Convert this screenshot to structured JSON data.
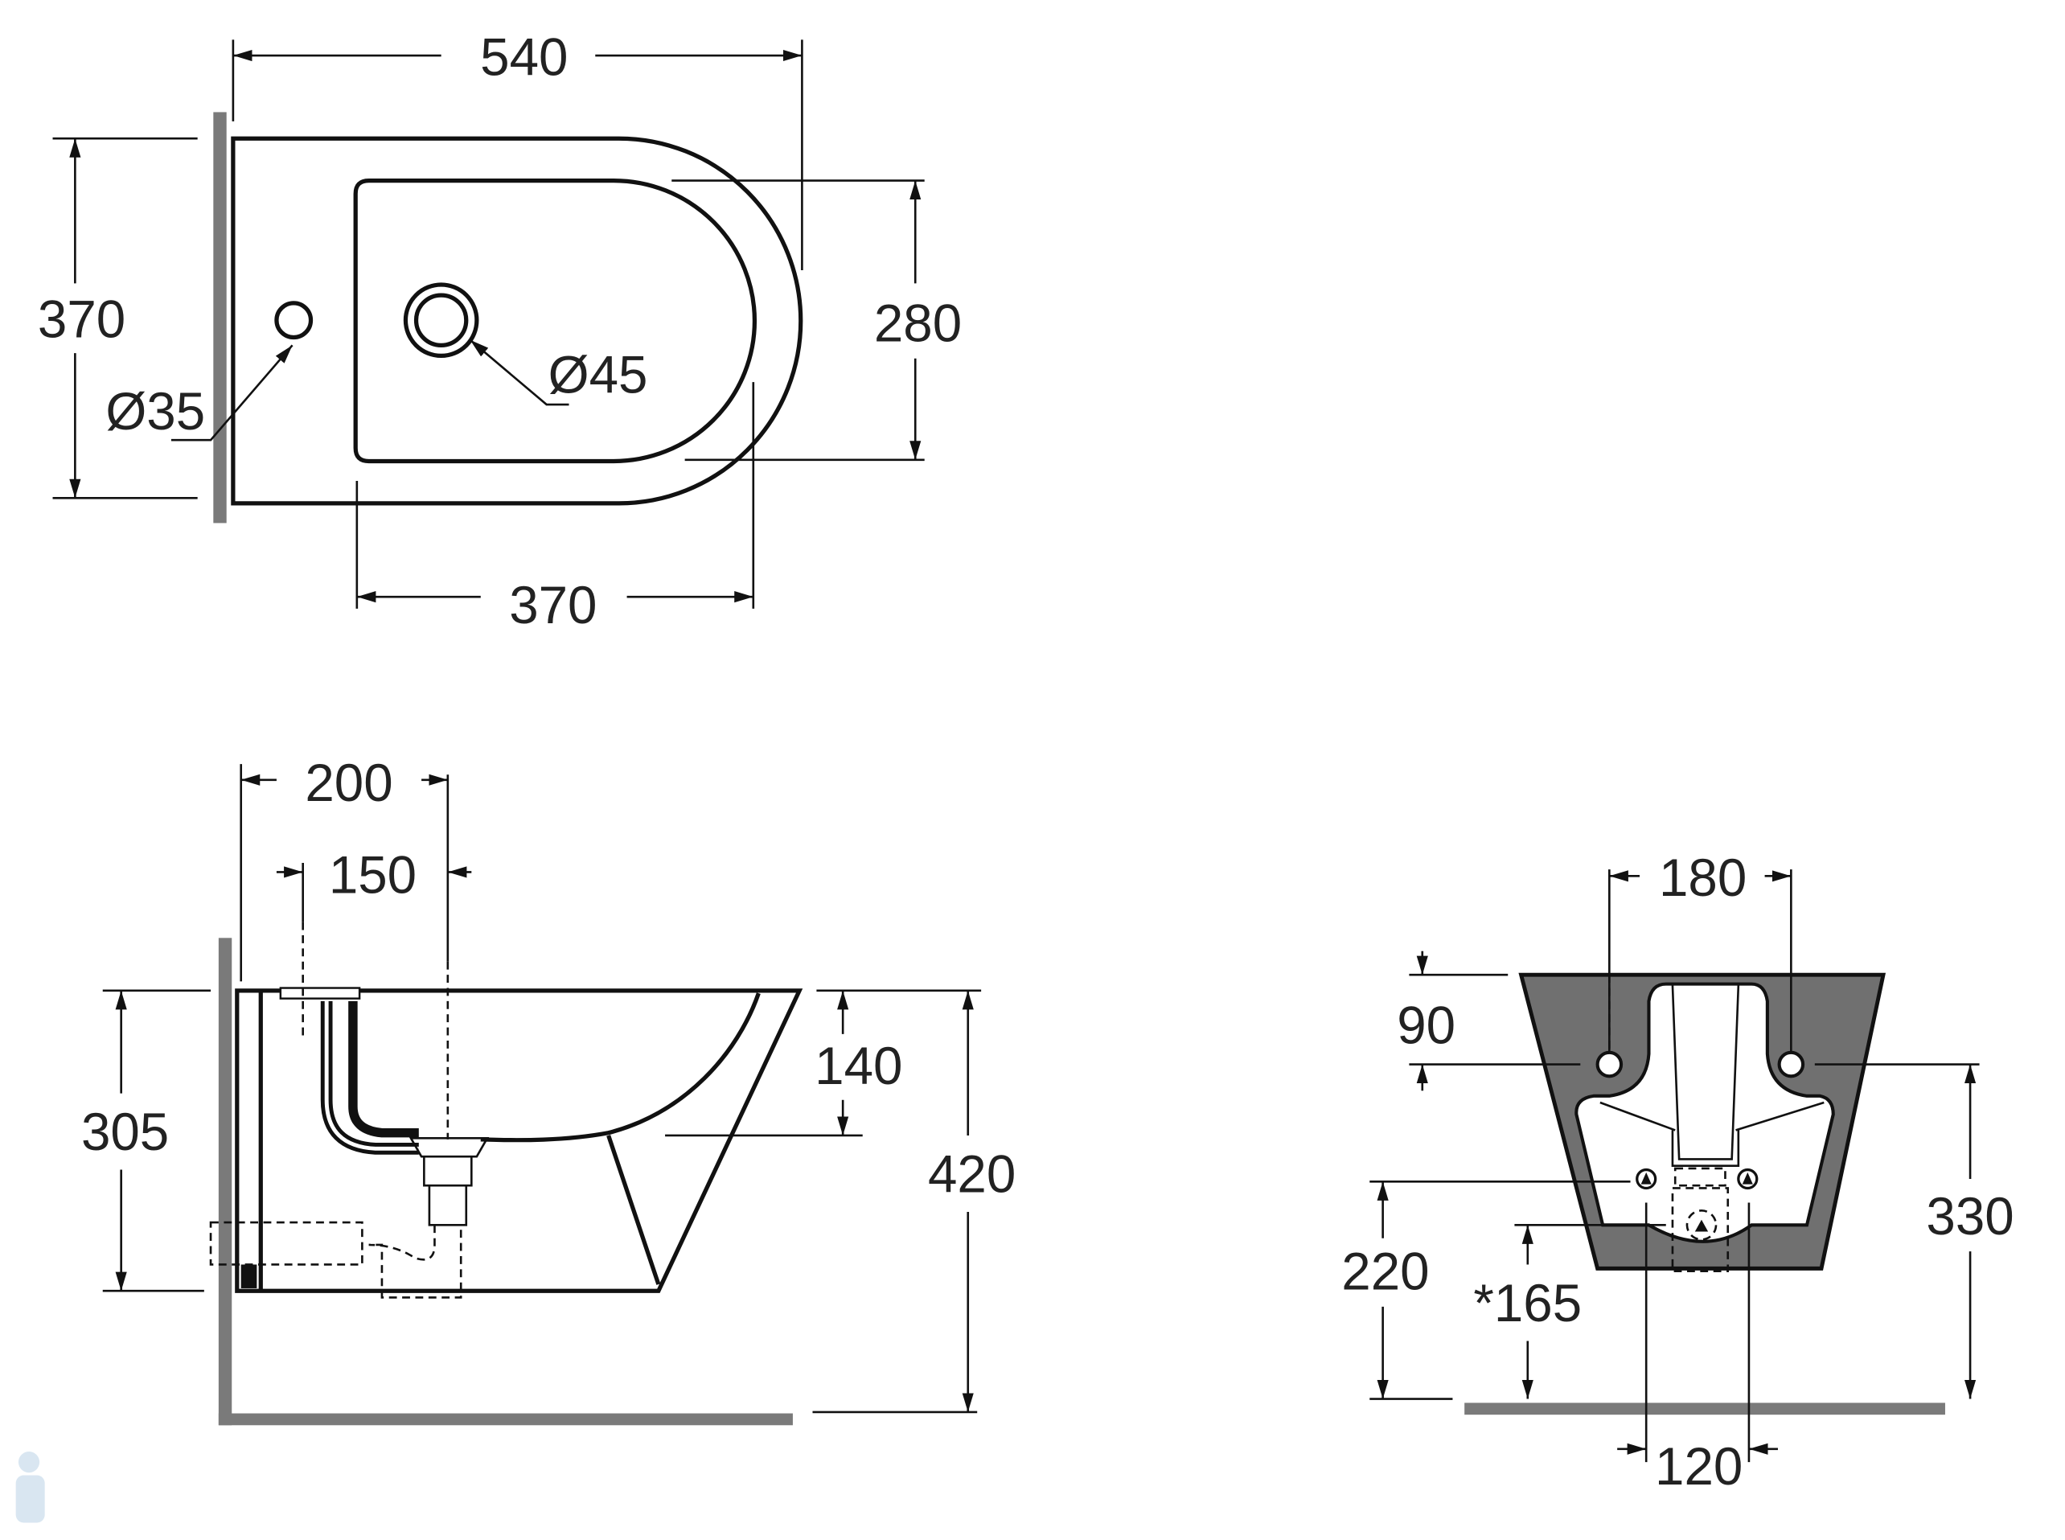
{
  "drawing": {
    "top_view": {
      "overall_length": "540",
      "overall_width": "370",
      "bowl_width": "280",
      "bowl_length": "370",
      "tap_hole": "Ø35",
      "drain_hole": "Ø45"
    },
    "side_view": {
      "fixing_distance": "200",
      "drain_distance": "150",
      "rim_depth": "140",
      "body_height": "305",
      "rim_height": "420"
    },
    "rear_view": {
      "fixing_spacing": "180",
      "fixing_offset": "90",
      "fixing_height": "330",
      "supply_height": "220",
      "drain_height": "*165",
      "supply_spacing": "120"
    }
  },
  "colors": {
    "wall": "#7a7a7a",
    "rear_fill": "#707070",
    "line": "#111111"
  }
}
